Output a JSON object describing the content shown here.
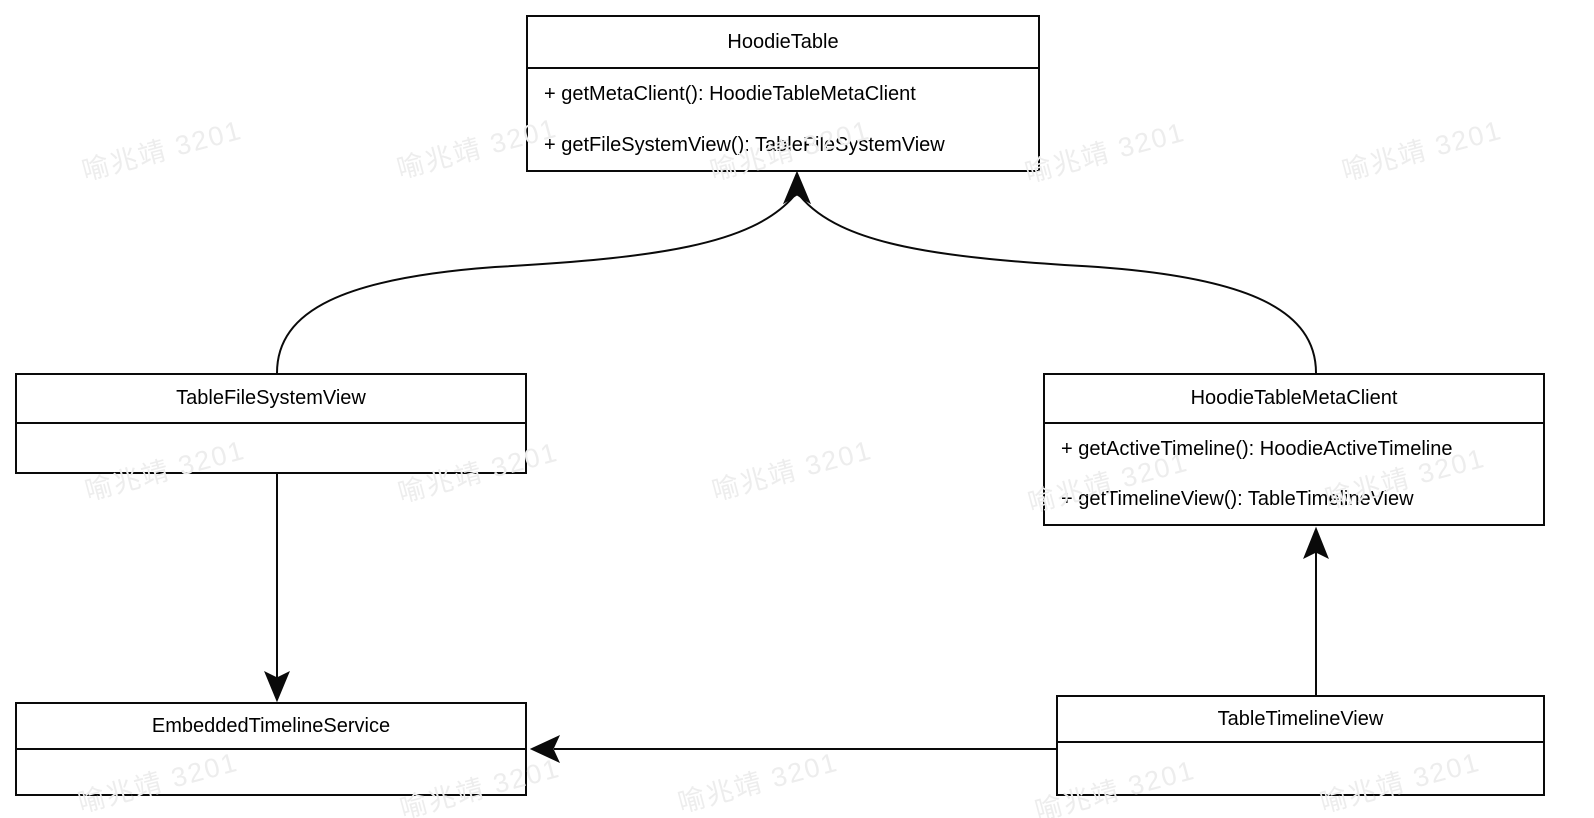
{
  "diagram_title": "Hudi table metadata class diagram",
  "watermark": {
    "text": "喻兆靖 3201"
  },
  "colors": {
    "background": "#ffffff",
    "line": "#0a0a0a",
    "watermark": "#ededed"
  },
  "classes": {
    "hoodie_table": {
      "name": "HoodieTable",
      "methods": [
        "+ getMetaClient(): HoodieTableMetaClient",
        "+ getFileSystemView(): TableFileSystemView"
      ]
    },
    "table_file_system_view": {
      "name": "TableFileSystemView"
    },
    "hoodie_table_meta_client": {
      "name": "HoodieTableMetaClient",
      "methods": [
        "+ getActiveTimeline(): HoodieActiveTimeline",
        "+ getTimelineView(): TableTimelineView"
      ]
    },
    "embedded_timeline_service": {
      "name": "EmbeddedTimelineService"
    },
    "table_timeline_view": {
      "name": "TableTimelineView"
    }
  },
  "relations": [
    {
      "from": "TableFileSystemView",
      "to": "HoodieTable",
      "style": "curved arrow up"
    },
    {
      "from": "HoodieTableMetaClient",
      "to": "HoodieTable",
      "style": "curved arrow up"
    },
    {
      "from": "TableFileSystemView",
      "to": "EmbeddedTimelineService",
      "style": "straight arrow down"
    },
    {
      "from": "TableTimelineView",
      "to": "HoodieTableMetaClient",
      "style": "straight arrow up"
    },
    {
      "from": "TableTimelineView",
      "to": "EmbeddedTimelineService",
      "style": "straight arrow left"
    }
  ]
}
